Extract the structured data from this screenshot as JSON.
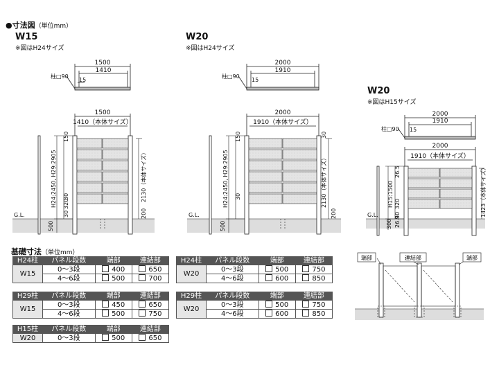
{
  "section_title": "●寸法図",
  "section_unit": "（単位mm）",
  "w15": {
    "label": "W15",
    "note": "※図はH24サイズ",
    "top_outer": "1500",
    "top_inner": "1410",
    "post": "柱□90",
    "rail": "15",
    "front_outer": "1500",
    "front_inner": "1410（本体サイズ）",
    "d_150": "150",
    "d_height": "H24:2450, H29:2905",
    "d_30a": "30",
    "d_320": "320",
    "d_30b": "30",
    "d_500": "500",
    "d_2130": "2130（本体サイズ）",
    "d_200": "200",
    "gl": "G.L."
  },
  "w20a": {
    "label": "W20",
    "note": "※図はH24サイズ",
    "top_outer": "2000",
    "top_inner": "1910",
    "post": "柱□90",
    "rail": "15",
    "front_outer": "2000",
    "front_inner": "1910（本体サイズ）",
    "d_150": "150",
    "d_height": "H24:2450, H29:2905",
    "d_30a": "30",
    "d_500": "500",
    "d_2130": "2130（本体サイズ）",
    "d_30b": "30",
    "d_200": "200",
    "gl": "G.L."
  },
  "w20b": {
    "label": "W20",
    "note": "※図はH15サイズ",
    "top_outer": "2000",
    "top_inner": "1910",
    "post": "柱□90",
    "rail": "15",
    "front_outer": "2000",
    "front_inner": "1910（本体サイズ）",
    "d_265": "26.5",
    "d_1500": "H15:1500",
    "d_320": "320",
    "d_30a": "30",
    "d_269": "26.9",
    "d_300": "300",
    "d_1423": "1423（本体サイズ）",
    "gl": "G.L."
  },
  "legend": {
    "end": "端部",
    "joint": "連結部"
  },
  "foundation": {
    "title": "基礎寸法",
    "unit": "（単位mm）",
    "col_panels": "パネル段数",
    "col_end": "端部",
    "col_joint": "連結部",
    "h24_w15": {
      "post": "H24柱",
      "size": "W15",
      "r1": "0～3段",
      "r1e": "400",
      "r1j": "650",
      "r2": "4～6段",
      "r2e": "500",
      "r2j": "700"
    },
    "h24_w20": {
      "post": "H24柱",
      "size": "W20",
      "r1": "0～3段",
      "r1e": "500",
      "r1j": "750",
      "r2": "4～6段",
      "r2e": "600",
      "r2j": "850"
    },
    "h29_w15": {
      "post": "H29柱",
      "size": "W15",
      "r1": "0～3段",
      "r1e": "450",
      "r1j": "650",
      "r2": "4～6段",
      "r2e": "500",
      "r2j": "750"
    },
    "h29_w20": {
      "post": "H29柱",
      "size": "W20",
      "r1": "0～3段",
      "r1e": "500",
      "r1j": "750",
      "r2": "4～6段",
      "r2e": "600",
      "r2j": "850"
    },
    "h15_w20": {
      "post": "H15柱",
      "size": "W20",
      "r1": "0～3段",
      "r1e": "500",
      "r1j": "650"
    }
  }
}
